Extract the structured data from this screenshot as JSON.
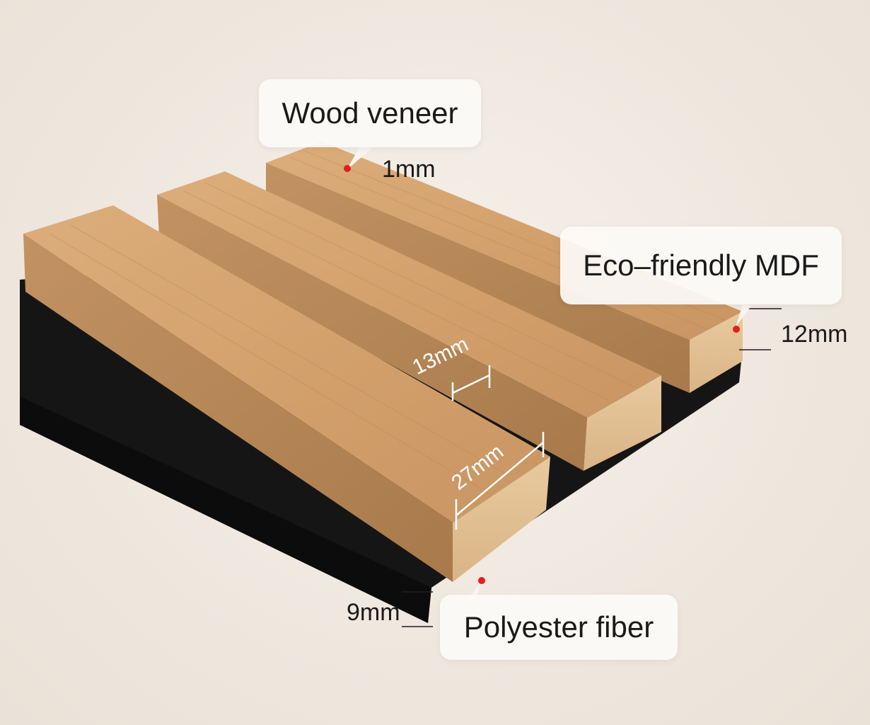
{
  "labels": {
    "wood_veneer": "Wood veneer",
    "eco_mdf": "Eco–friendly MDF",
    "polyester": "Polyester fiber"
  },
  "dimensions": {
    "veneer_thickness": "1mm",
    "mdf_thickness": "12mm",
    "gap_width": "13mm",
    "slat_width": "27mm",
    "felt_thickness": "9mm"
  },
  "colors": {
    "background": "#efe7de",
    "felt": "#141414",
    "wood_top": "#d7a875",
    "wood_side": "#b98a58",
    "wood_end": "#e2c295",
    "marker": "#e02020"
  }
}
